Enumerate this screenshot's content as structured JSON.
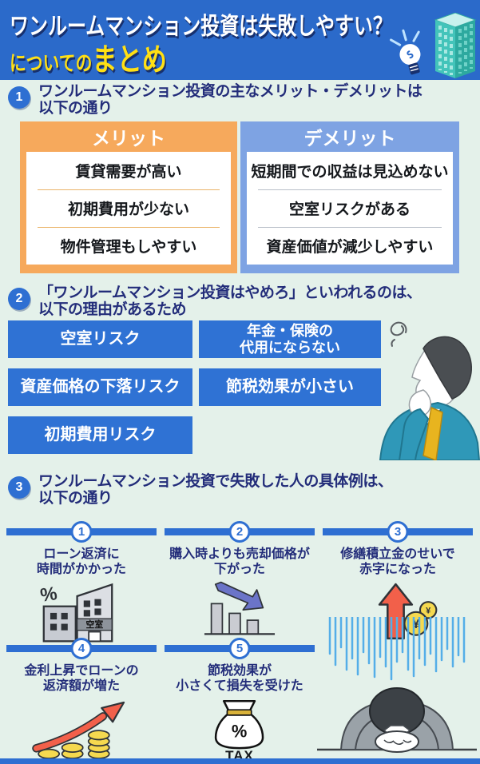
{
  "colors": {
    "header_bg": "#2b6aca",
    "accent_blue": "#2e6fd2",
    "title_yellow": "#ffe014",
    "heading_navy": "#232d7a",
    "page_bg": "#e4f1ea",
    "merit_orange": "#f6a95c",
    "demerit_blue": "#7ea3e3",
    "gloom_blue": "#54aee8",
    "alert_red": "#f2604a",
    "coin_gold": "#f5d94f",
    "building_teal": "#3cc1b6"
  },
  "header": {
    "title_line1": "ワンルームマンション投資は失敗しやすい？",
    "title_line2_prefix": "についての",
    "title_line2_emphasis": "まとめ"
  },
  "section1": {
    "number": "1",
    "heading_line1": "ワンルームマンション投資の主なメリット・デメリットは",
    "heading_line2": "以下の通り",
    "merit": {
      "title": "メリット",
      "items": [
        "賃貸需要が高い",
        "初期費用が少ない",
        "物件管理もしやすい"
      ]
    },
    "demerit": {
      "title": "デメリット",
      "items": [
        "短期間での収益は見込めない",
        "空室リスクがある",
        "資産価値が減少しやすい"
      ]
    }
  },
  "section2": {
    "number": "2",
    "heading_line1": "「ワンルームマンション投資はやめろ」といわれるのは、",
    "heading_line2": "以下の理由があるため",
    "reasons": [
      {
        "lines": [
          "空室リスク"
        ]
      },
      {
        "lines": [
          "年金・保険の",
          "代用にならない"
        ]
      },
      {
        "lines": [
          "資産価格の下落リスク"
        ]
      },
      {
        "lines": [
          "節税効果が小さい"
        ]
      },
      {
        "lines": [
          "初期費用リスク"
        ]
      }
    ]
  },
  "section3": {
    "number": "3",
    "heading_line1": "ワンルームマンション投資で失敗した人の具体例は、",
    "heading_line2": "以下の通り",
    "cases": [
      {
        "num": "1",
        "line1": "ローン返済に",
        "line2": "時間がかかった"
      },
      {
        "num": "2",
        "line1": "購入時よりも売却価格が",
        "line2": "下がった"
      },
      {
        "num": "3",
        "line1": "修繕積立金のせいで",
        "line2": "赤字になった"
      },
      {
        "num": "4",
        "line1": "金利上昇でローンの",
        "line2": "返済額が増た"
      },
      {
        "num": "5",
        "line1": "節税効果が",
        "line2": "小さくて損失を受けた"
      }
    ],
    "icon_text": {
      "building_percent": "%",
      "vacancy_label": "空室",
      "coin_yen_large": "¥",
      "coin_yen_small": "¥",
      "tax_percent": "%",
      "tax_label": "TAX"
    }
  }
}
